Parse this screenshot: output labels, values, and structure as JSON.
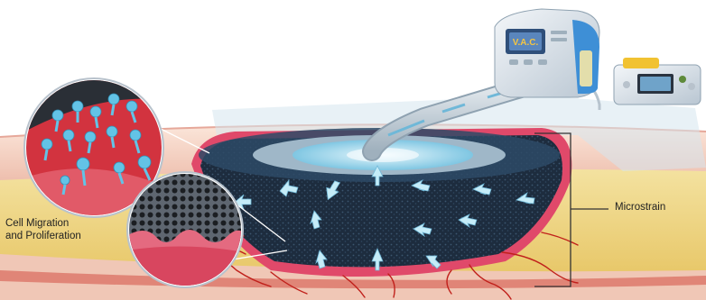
{
  "labels": {
    "cell_migration_line1": "Cell Migration",
    "cell_migration_line2": "and Proliferation",
    "microstrain": "Microstrain"
  },
  "device": {
    "brand": "V.A.C."
  },
  "colors": {
    "skin_surface": "#f4d6c6",
    "dermis": "#e9b7a8",
    "fat_layer": "#efd98a",
    "muscle": "#e7a69a",
    "foam": "#1c2a3b",
    "drape": "#c9dcea",
    "pad": "#bfe7f6",
    "tubing": "#c9d6df",
    "arrow": "#bde6f5",
    "vessel": "#c0201b",
    "wound_edge": "#e0496a",
    "cell_tissue": "#d2333f",
    "cell": "#63c3e6",
    "bracket": "#333333"
  }
}
